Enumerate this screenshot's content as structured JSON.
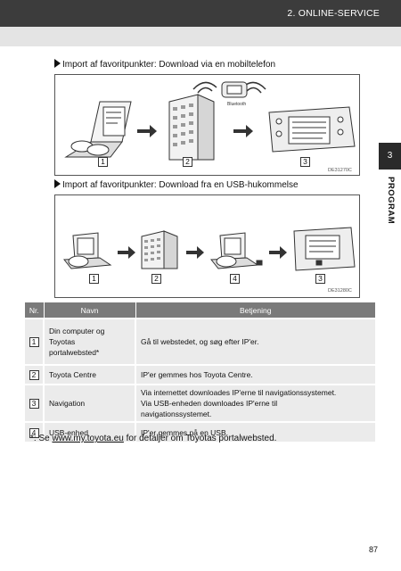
{
  "header": {
    "section_title": "2. ONLINE-SERVICE"
  },
  "side_tab": {
    "number": "3",
    "label": "PROGRAM"
  },
  "figure1": {
    "heading": "Import af favoritpunkter: Download via en mobiltelefon",
    "code": "DE31270C",
    "bluetooth_label": "Bluetooth",
    "steps": [
      "1",
      "2",
      "3"
    ]
  },
  "figure2": {
    "heading": "Import af favoritpunkter: Download fra en USB-hukommelse",
    "code": "DE31280C",
    "steps": [
      "1",
      "2",
      "4",
      "3"
    ]
  },
  "table": {
    "headers": [
      "Nr.",
      "Navn",
      "Betjening"
    ],
    "rows": [
      {
        "num": "1",
        "name_lines": [
          "Din computer og",
          "Toyotas",
          "portalwebsted*"
        ],
        "action_lines": [
          "Gå til webstedet, og søg efter IP'er."
        ]
      },
      {
        "num": "2",
        "name_lines": [
          "Toyota Centre"
        ],
        "action_lines": [
          "IP'er gemmes hos Toyota Centre."
        ]
      },
      {
        "num": "3",
        "name_lines": [
          "Navigation"
        ],
        "action_lines": [
          "Via internettet downloades IP'erne til navigationssystemet.",
          "Via USB-enheden downloades IP'erne til",
          "navigationssystemet."
        ]
      },
      {
        "num": "4",
        "name_lines": [
          "USB-enhed"
        ],
        "action_lines": [
          "IP'er gemmes på en USB."
        ]
      }
    ]
  },
  "footnote": {
    "prefix": "*: Se ",
    "link": "www.my.toyota.eu",
    "suffix": " for detaljer om Toyotas portalwebsted."
  },
  "page_number": "87"
}
